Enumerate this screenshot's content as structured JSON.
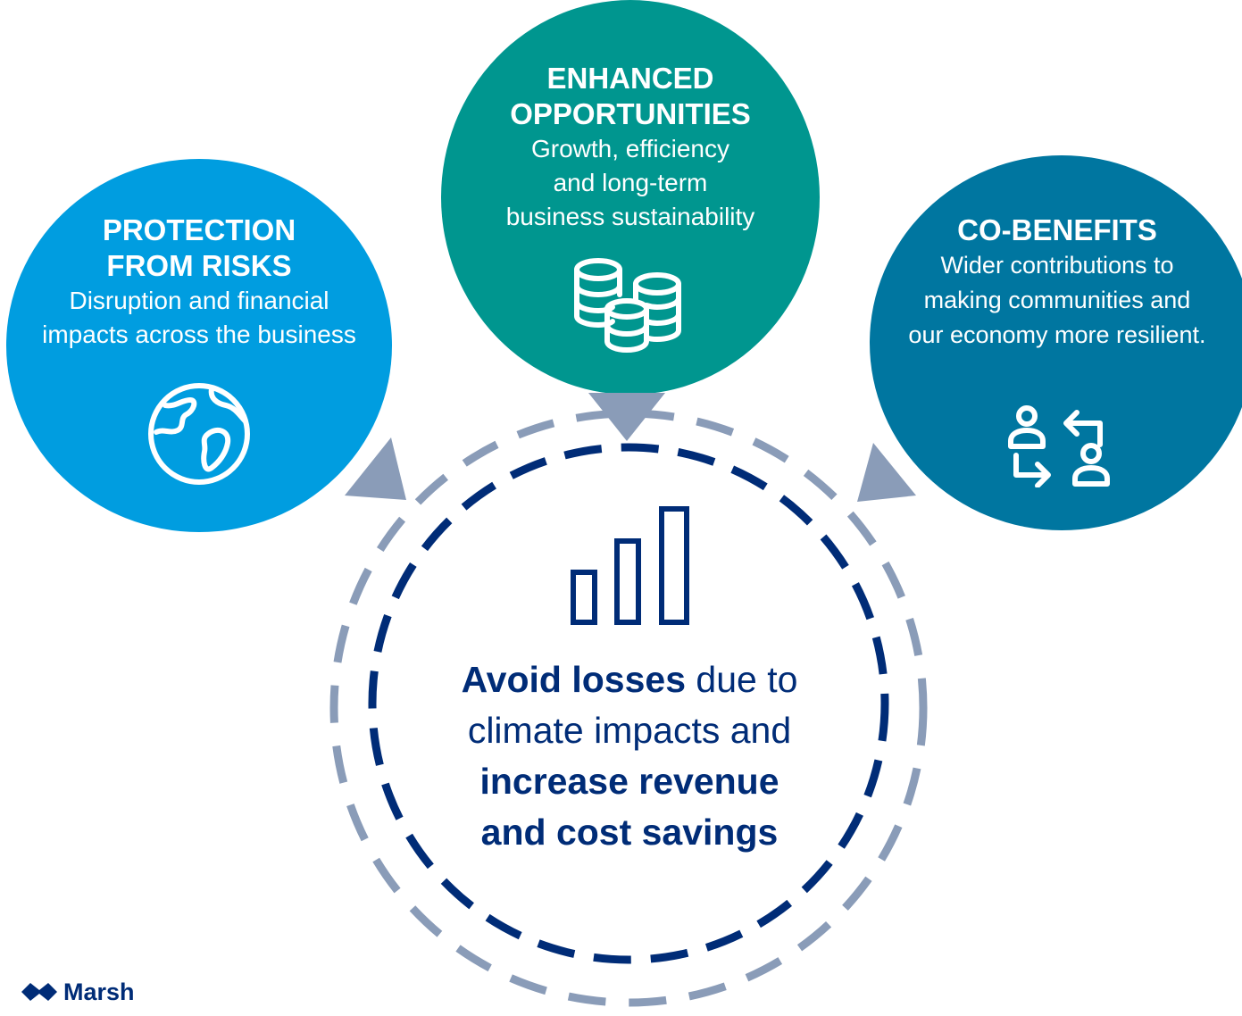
{
  "protection": {
    "title_line1": "PROTECTION",
    "title_line2": "FROM RISKS",
    "desc_line1": "Disruption and financial",
    "desc_line2": "impacts across the business",
    "icon": "globe-icon",
    "color": "#009de0"
  },
  "opportunities": {
    "title_line1": "ENHANCED",
    "title_line2": "OPPORTUNITIES",
    "desc_line1": "Growth, efficiency",
    "desc_line2": "and long-term",
    "desc_line3": "business sustainability",
    "icon": "coins-stack-icon",
    "color": "#00968f"
  },
  "cobenefits": {
    "title": "CO-BENEFITS",
    "desc_line1": "Wider contributions to",
    "desc_line2": "making communities and",
    "desc_line3": "our economy more resilient.",
    "icon": "people-exchange-icon",
    "color": "#0076a0"
  },
  "center": {
    "bold1": "Avoid losses",
    "text1": " due to",
    "text2": "climate impacts and",
    "bold2": "increase revenue",
    "bold3": "and cost savings",
    "icon": "bar-chart-icon",
    "color": "#002c77"
  },
  "logo": {
    "text": "Marsh",
    "icon": "marsh-logo-icon"
  },
  "colors": {
    "outer_ring": "#8a9cb8",
    "inner_ring": "#002c77",
    "arrow": "#8a9cb8"
  }
}
